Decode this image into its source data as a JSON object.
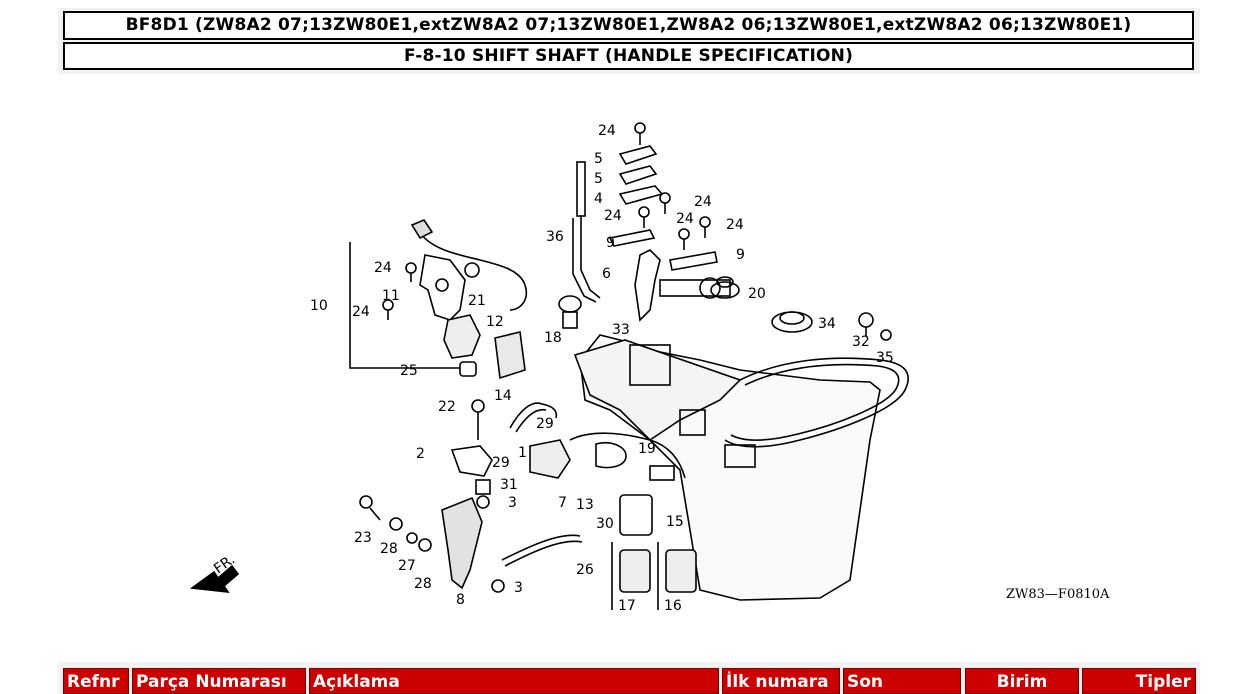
{
  "header": {
    "model_line": "BF8D1 (ZW8A2 07;13ZW80E1,extZW8A2 07;13ZW80E1,ZW8A2 06;13ZW80E1,extZW8A2 06;13ZW80E1)",
    "section_line": "F-8-10 SHIFT SHAFT (HANDLE SPECIFICATION)"
  },
  "diagram": {
    "drawing_code": "ZW83—F0810A",
    "direction_label": "FR.",
    "callouts": [
      "24",
      "5",
      "5",
      "4",
      "24",
      "24",
      "24",
      "24",
      "9",
      "9",
      "36",
      "6",
      "20",
      "34",
      "32",
      "35",
      "10",
      "24",
      "11",
      "21",
      "24",
      "12",
      "18",
      "33",
      "25",
      "14",
      "22",
      "29",
      "29",
      "1",
      "19",
      "2",
      "31",
      "3",
      "13",
      "23",
      "28",
      "7",
      "30",
      "15",
      "27",
      "28",
      "26",
      "8",
      "3",
      "17",
      "16"
    ]
  },
  "table": {
    "columns": [
      "Refnr",
      "Parça Numarası",
      "Açıklama",
      "İlk numara",
      "Son",
      "Birim",
      "Tipler"
    ]
  }
}
